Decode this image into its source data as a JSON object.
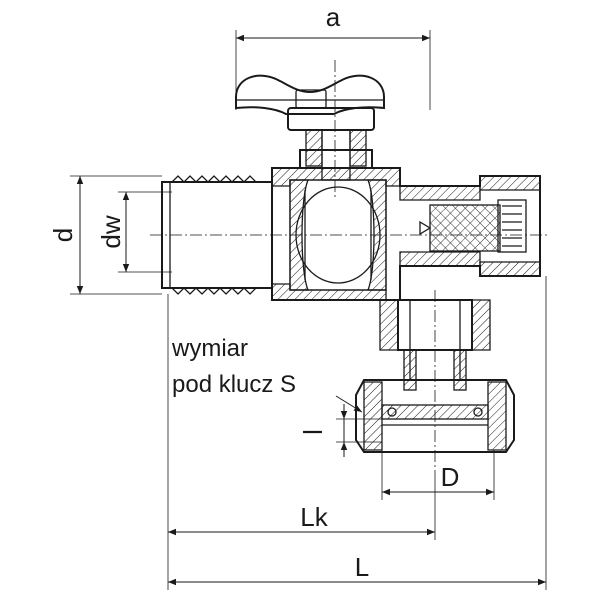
{
  "dimensions": {
    "a": "a",
    "d": "d",
    "dw": "dw",
    "l": "l",
    "D": "D",
    "Lk": "Lk",
    "L": "L"
  },
  "note": {
    "line1": "wymiar",
    "line2": "pod klucz S"
  }
}
